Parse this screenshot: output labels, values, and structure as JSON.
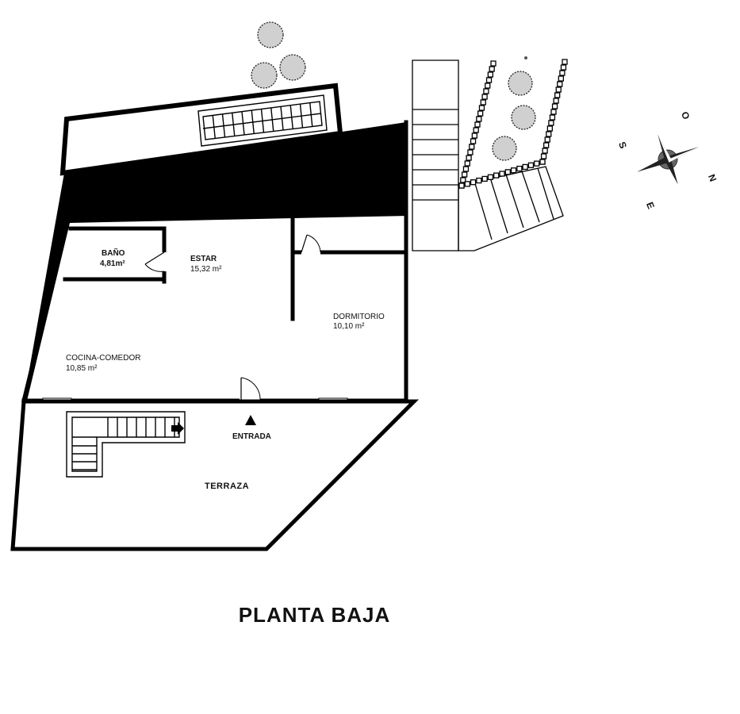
{
  "plan": {
    "title": "PLANTA BAJA",
    "rooms": {
      "bano": {
        "name": "BAÑO",
        "area": "4,81m²"
      },
      "estar": {
        "name": "ESTAR",
        "area": "15,32 m²"
      },
      "dormitorio": {
        "name": "DORMITORIO",
        "area": "10,10 m²"
      },
      "cocina": {
        "name": "COCINA-COMEDOR",
        "area": "10,85 m²"
      },
      "terraza": {
        "name": "TERRAZA"
      }
    },
    "entrance": "ENTRADA"
  },
  "compass": {
    "north": "N",
    "south": "S",
    "east": "E",
    "west": "O"
  }
}
